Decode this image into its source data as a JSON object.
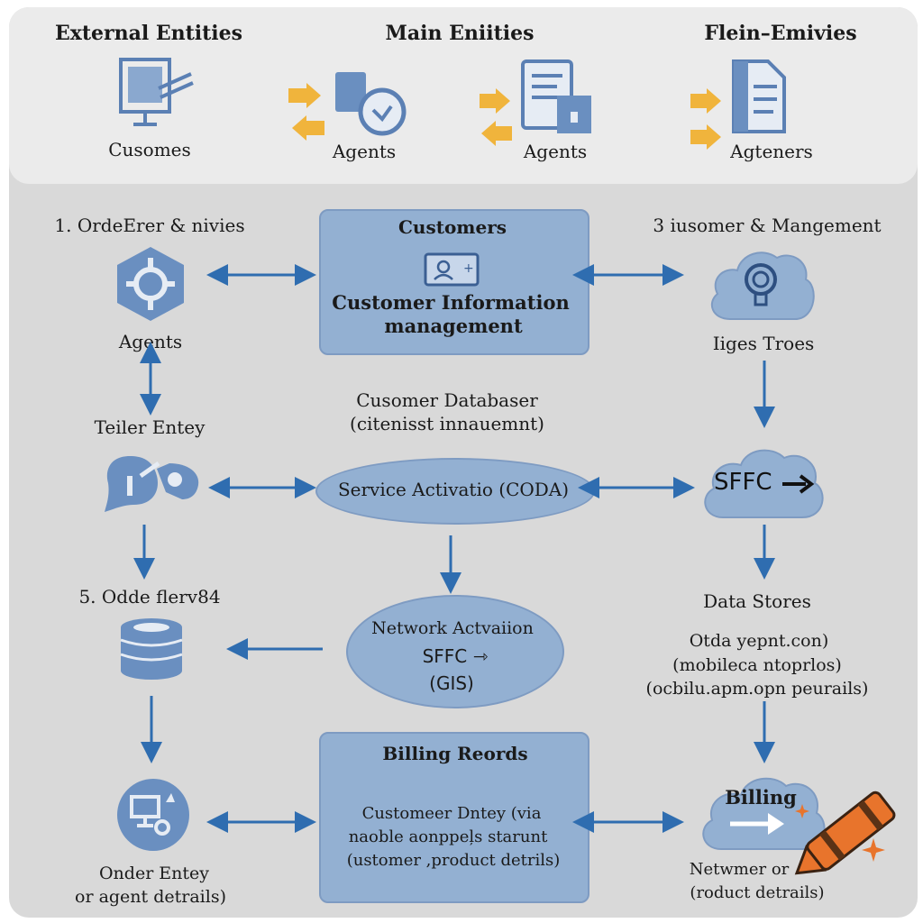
{
  "header": {
    "col1_title": "External Entities",
    "col2_title": "Main Eniities",
    "col3_title": "Flein–Emivies",
    "item1_label": "Cusomes",
    "item2_label": "Agents",
    "item3_label": "Agents",
    "item4_label": "Agteners"
  },
  "left": {
    "section1_title": "1. OrdeErer & nivies",
    "agents_label": "Agents",
    "teller_title": "Teiler Entey",
    "section5_title": "5. Odde flerv84",
    "order_entry_line1": "Onder Entey",
    "order_entry_line2": "or agent detrails)"
  },
  "center": {
    "customers_box_title": "Customers",
    "customers_box_line1": "Customer Information",
    "customers_box_line2": "management",
    "db_line1": "Cusomer Databaser",
    "db_line2": "(citenisst innauemnt)",
    "service_label": "Service Activatio (CODA)",
    "network_line1": "Network Actvaiion",
    "network_line2": "SFFC ⇾",
    "network_line3": "(GIS)",
    "billing_title": "Billing Reords",
    "billing_line1": "Customeer Dntey (via",
    "billing_line2": "naoble aonppeļs starunt",
    "billing_line3": "(ustomer ,product detrils)"
  },
  "right": {
    "section3_title": "3 iusomer & Mangement",
    "cloud1_label": "Iiges Troes",
    "sffc_label": "SFFC",
    "data_stores_title": "Data Stores",
    "ds_line1": "Otda yepnt.con)",
    "ds_line2": "(mobileca ntoprlos)",
    "ds_line3": "(ocbilu.apm.opn peurails)",
    "billing_cloud_label": "Billing",
    "bottom_line1": "Netwmer or",
    "bottom_line2": "(roduct detrails)"
  },
  "colors": {
    "icon_blue": "#5b80b4",
    "arrow_blue": "#2f6db0",
    "accent_orange": "#f0b43c",
    "crayon_orange": "#e8742c"
  }
}
